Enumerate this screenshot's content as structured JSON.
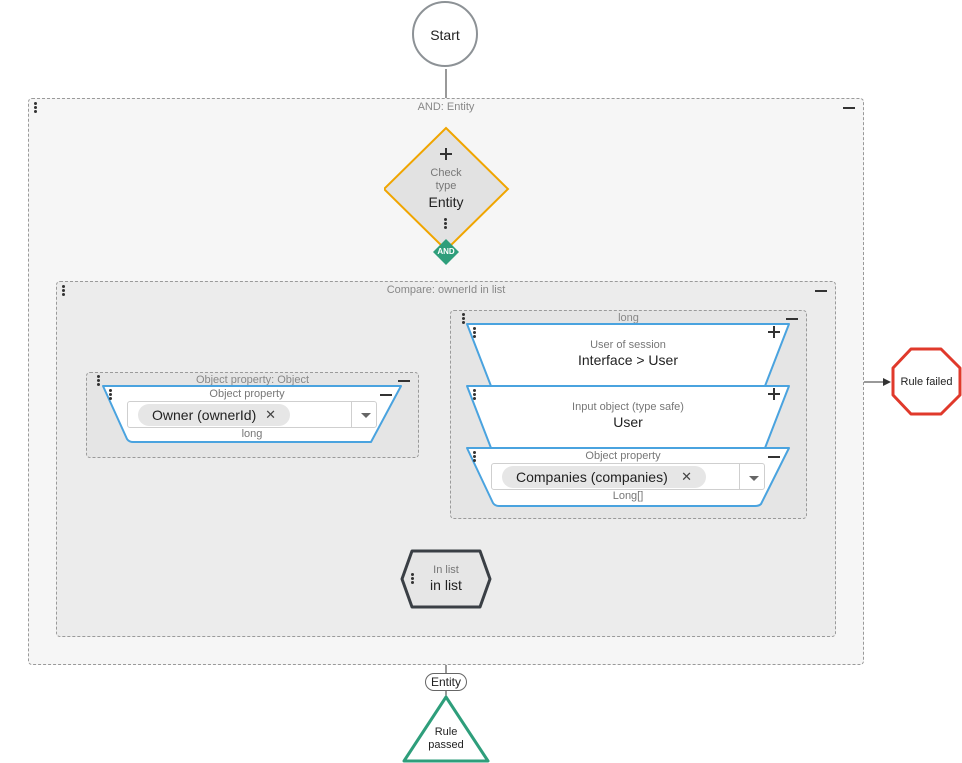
{
  "start": {
    "label": "Start"
  },
  "and_group": {
    "label": "AND: Entity"
  },
  "check_type": {
    "title": "Check type",
    "value": "Entity"
  },
  "and_badge": {
    "label": "AND"
  },
  "compare_group": {
    "label": "Compare: ownerId in list"
  },
  "object_property_group": {
    "label": "Object property: Object",
    "node_title": "Object property",
    "chip": "Owner (ownerId)",
    "type": "long"
  },
  "long_group": {
    "label": "long"
  },
  "user_of_session": {
    "title": "User of session",
    "value": "Interface > User"
  },
  "input_object": {
    "title": "Input object (type safe)",
    "value": "User"
  },
  "companies_property": {
    "title": "Object property",
    "chip": "Companies (companies)",
    "type": "Long[]"
  },
  "in_list": {
    "title": "In list",
    "value": "in list"
  },
  "rule_failed": {
    "label": "Rule failed"
  },
  "entity_badge": {
    "label": "Entity"
  },
  "rule_passed": {
    "label": "Rule passed"
  },
  "colors": {
    "check_type_border": "#f0a500",
    "and_badge": "#2e9e7b",
    "rule_failed": "#e0392b",
    "rule_passed": "#2e9e7b",
    "property_border": "#4aa3df",
    "in_list_border": "#3a3f45"
  }
}
